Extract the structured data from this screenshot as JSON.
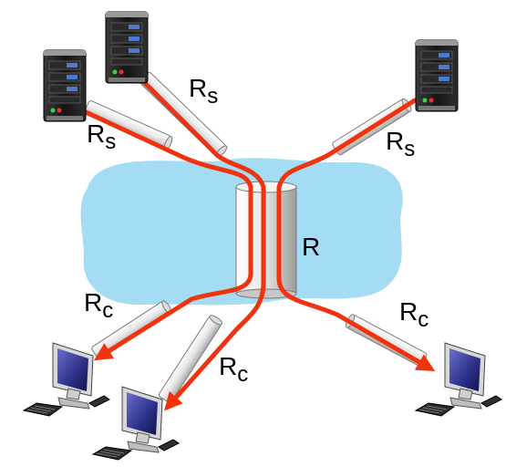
{
  "labels": {
    "server_link_left": {
      "main": "R",
      "sub": "s"
    },
    "server_link_top": {
      "main": "R",
      "sub": "s"
    },
    "server_link_right": {
      "main": "R",
      "sub": "s"
    },
    "bottleneck": {
      "main": "R"
    },
    "client_link_left": {
      "main": "R",
      "sub": "c"
    },
    "client_link_middle": {
      "main": "R",
      "sub": "c"
    },
    "client_link_right": {
      "main": "R",
      "sub": "c"
    }
  },
  "colors": {
    "cloud": "#a3dcf3",
    "flow": "#f0330e",
    "pipe": "#ececec",
    "pipe_outline": "#7a7a7a",
    "server_body": "#1e1e1e",
    "screen": "#3a3d9a"
  }
}
